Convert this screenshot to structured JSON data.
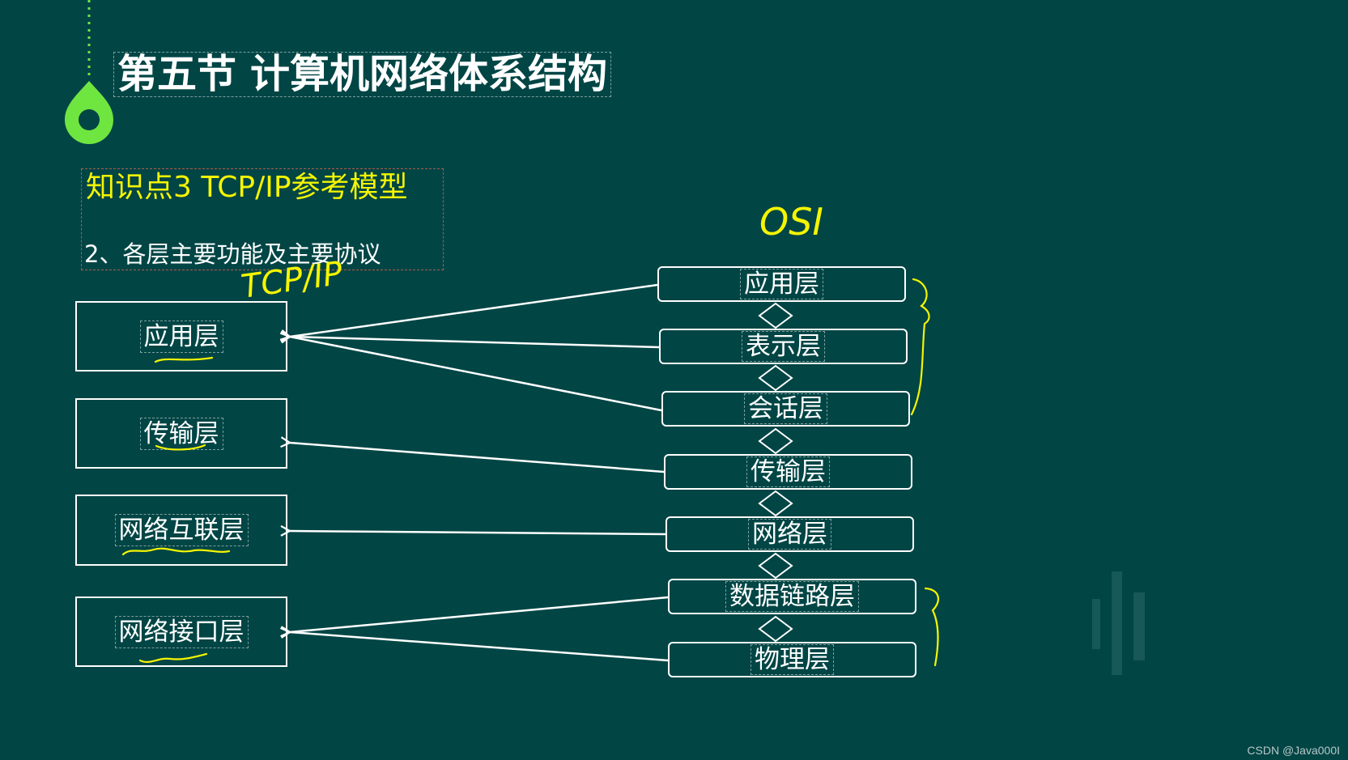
{
  "slide": {
    "title": "第五节  计算机网络体系结构",
    "knowledge_point": "知识点3 TCP/IP参考模型",
    "subtitle": "2、各层主要功能及主要协议"
  },
  "tcpip": {
    "handwritten_label": "TCP/IP",
    "layers": [
      "应用层",
      "传输层",
      "网络互联层",
      "网络接口层"
    ]
  },
  "osi": {
    "handwritten_label": "OSI",
    "layers": [
      "应用层",
      "表示层",
      "会话层",
      "传输层",
      "网络层",
      "数据链路层",
      "物理层"
    ]
  },
  "watermark": "CSDN @Java000I",
  "colors": {
    "background": "#014545",
    "pin_green": "#6fe640",
    "handwriting_yellow": "#f5f500",
    "text": "#ffffff"
  }
}
